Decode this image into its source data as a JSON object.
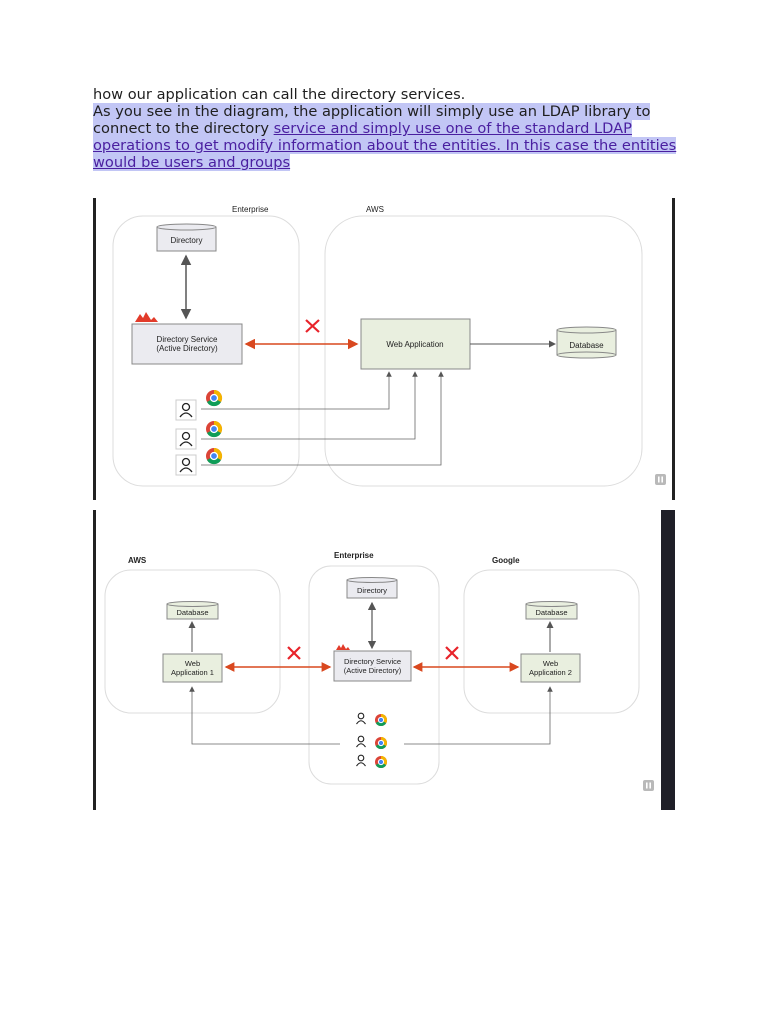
{
  "doc": {
    "line1": "how our application can call the directory services.",
    "para_highlight": "As you see in the diagram, the application will simply use an LDAP library to connect to the directory ",
    "para_link": "service and simply use one of the standard LDAP operations to get modify information about the entities. In this case the entities would be users and groups"
  },
  "figure1": {
    "enterprise_label": "Enterprise",
    "aws_label": "AWS",
    "directory": "Directory",
    "ds_line1": "Directory Service",
    "ds_line2": "(Active Directory)",
    "web_app": "Web Application",
    "database": "Database"
  },
  "figure2": {
    "aws_label": "AWS",
    "enterprise_label": "Enterprise",
    "google_label": "Google",
    "database_left": "Database",
    "webapp1_line1": "Web",
    "webapp1_line2": "Application 1",
    "directory": "Directory",
    "ds_line1": "Directory Service",
    "ds_line2": "(Active Directory)",
    "database_right": "Database",
    "webapp2_line1": "Web",
    "webapp2_line2": "Application 2"
  },
  "colors": {
    "red_arrow": "#d9481f",
    "cross": "#e8232a",
    "box_green": "#e9efdf",
    "box_grey": "#ebebf0"
  }
}
